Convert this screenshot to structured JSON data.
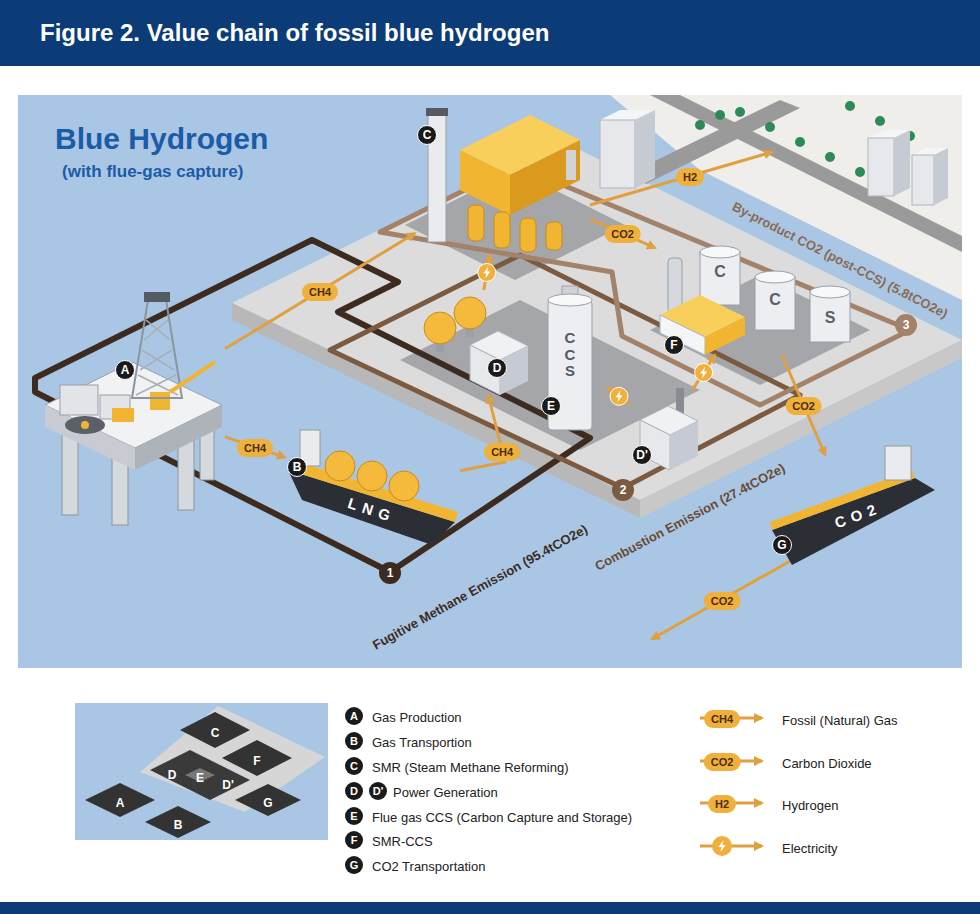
{
  "diagram": {
    "title": "Figure 2. Value chain of fossil blue hydrogen",
    "nodes": [
      {
        "text": [
          "A"
        ]
      },
      {
        "text": [
          "B"
        ]
      },
      {
        "text": [
          "C"
        ]
      },
      {
        "text": [
          "D"
        ]
      },
      {
        "text": [
          "E"
        ]
      },
      {
        "text": [
          "D'"
        ]
      },
      {
        "text": [
          "F"
        ]
      },
      {
        "text": [
          "G"
        ]
      }
    ],
    "edges": [
      {
        "from": 0,
        "to": 1,
        "label": "CH4",
        "arrow": "to"
      },
      {
        "from": 0,
        "to": 2,
        "label": "CH4",
        "arrow": "to"
      },
      {
        "from": 1,
        "to": 3,
        "label": "CH4",
        "arrow": "to"
      },
      {
        "from": 3,
        "to": 2,
        "arrow": "to"
      },
      {
        "from": 5,
        "to": 4,
        "arrow": "to"
      },
      {
        "from": 5,
        "to": 6,
        "arrow": "to"
      },
      {
        "from": 2,
        "to": 6,
        "label": "CO2",
        "arrow": "to"
      },
      {
        "from": 6,
        "to": 7,
        "label": "CO2",
        "arrow": "to"
      }
    ],
    "labels": [
      "Blue Hydrogen",
      "(with flue-gas capture)",
      "1",
      "Fugitive Methane Emission (95.4tCO2e)",
      "2",
      "Combustion Emission (27.4tCO2e)",
      "3",
      "By-product CO2 (post-CCS) (5.8tCO2e)",
      "H2",
      "CO2",
      "LNG",
      "CO2",
      "CCS",
      "C",
      "C",
      "S",
      "C",
      "D",
      "E",
      "F",
      "D'",
      "A",
      "B",
      "G",
      "A",
      "B",
      "C",
      "D",
      "D'",
      "E",
      "F",
      "G",
      "CH4",
      "CO2",
      "H2"
    ],
    "legend": [
      {
        "text": "Gas Production"
      },
      {
        "text": "Gas Transportion"
      },
      {
        "text": "SMR (Steam Methane Reforming)"
      },
      {
        "text": "Power Generation"
      },
      {
        "text": "Flue gas CCS (Carbon Capture and Storage)"
      },
      {
        "text": "SMR-CCS"
      },
      {
        "text": "CO2 Transportation"
      },
      {
        "text": "Fossil (Natural) Gas"
      },
      {
        "text": "Carbon Dioxide"
      },
      {
        "text": "Hydrogen"
      },
      {
        "text": "Electricity"
      }
    ]
  }
}
